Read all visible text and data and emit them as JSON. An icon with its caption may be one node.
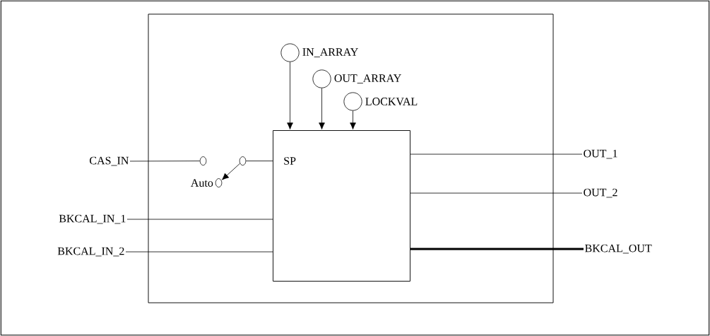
{
  "diagram": {
    "nodes": [
      {
        "text": [],
        "shape": "box"
      },
      {
        "text": [
          "SP"
        ],
        "in": 0
      },
      {
        "text": [],
        "shape": "circle",
        "beside": [
          "IN_ARRAY"
        ],
        "in": 0
      },
      {
        "text": [],
        "shape": "circle",
        "beside": [
          "OUT_ARRAY"
        ],
        "in": 0
      },
      {
        "text": [],
        "shape": "circle",
        "beside": [
          "LOCKVAL"
        ],
        "in": 0
      },
      {
        "text": [
          "CAS_IN"
        ]
      },
      {
        "text": [],
        "shape": "circle",
        "in": 0
      },
      {
        "text": [],
        "shape": "circle",
        "in": 0
      },
      {
        "text": [],
        "shape": "circle",
        "beside": [
          "Auto"
        ],
        "in": 0
      },
      {
        "text": [
          "BKCAL_IN_1"
        ]
      },
      {
        "text": [
          "BKCAL_IN_2"
        ]
      },
      {
        "text": [
          "OUT_1"
        ]
      },
      {
        "text": [
          "OUT_2"
        ]
      },
      {
        "text": [
          "BKCAL_OUT"
        ]
      }
    ],
    "edges": [
      {
        "from": 2,
        "to": 1,
        "arrow": "to"
      },
      {
        "from": 3,
        "to": 1,
        "arrow": "to"
      },
      {
        "from": 4,
        "to": 1,
        "arrow": "to"
      },
      {
        "from": 5,
        "to": 6,
        "arrow": "none"
      },
      {
        "from": 7,
        "to": 8,
        "arrow": "to"
      },
      {
        "from": 7,
        "to": 1,
        "arrow": "none"
      },
      {
        "from": 9,
        "to": 1,
        "arrow": "none"
      },
      {
        "from": 10,
        "to": 1,
        "arrow": "none"
      },
      {
        "from": 1,
        "to": 11,
        "arrow": "none"
      },
      {
        "from": 1,
        "to": 12,
        "arrow": "none"
      },
      {
        "from": 1,
        "to": 13,
        "arrow": "none",
        "style": "thick"
      }
    ]
  }
}
